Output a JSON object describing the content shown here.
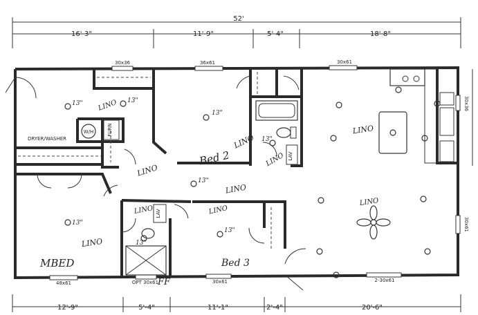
{
  "overall_dimension": "52'",
  "top_dimensions": [
    "16'-3\"",
    "11'-9\"",
    "5'-4\"",
    "18'-8\""
  ],
  "bottom_dimensions": [
    "12'-9\"",
    "5'-4\"",
    "11'-1\"",
    "2'-4\"",
    "20'-6\""
  ],
  "window_labels": {
    "top_left": "30x36",
    "top_mid": "36x61",
    "top_right": "30x61",
    "right_upper": "30x36",
    "right_lower": "30x61",
    "bottom_left": "48x61",
    "bottom_opt": "OPT 30x61",
    "bottom_mid": "30x61",
    "bottom_right": "2-30x61"
  },
  "rooms": {
    "mbed": "MBED",
    "bed2": "Bed 2",
    "bed3": "Bed 3",
    "dryer_washer": "DRYER/WASHER",
    "wh": "W/H",
    "furn": "FURN",
    "lav_hall": "LAV",
    "lav_master": "LAV",
    "ff": "FF"
  },
  "flooring_labels": {
    "laundry": "LINO",
    "bed2": "LINO",
    "hall": "LINO",
    "hall2": "LINO",
    "bath_hall": "LINO",
    "living_top": "LINO",
    "living_mid": "LINO",
    "master": "LINO",
    "master_bath": "LINO",
    "bed3": "LINO"
  },
  "fixture_labels": {
    "laundry_13a": "13\"",
    "laundry_13b": "13\"",
    "bed2_13": "13\"",
    "hall_13": "13\"",
    "bath_13": "13\"",
    "master_13": "13\"",
    "master_bath_13": "13\"",
    "bed3_13": "13\""
  },
  "colors": {
    "ink": "#2a2a2a",
    "paper": "#ffffff"
  }
}
